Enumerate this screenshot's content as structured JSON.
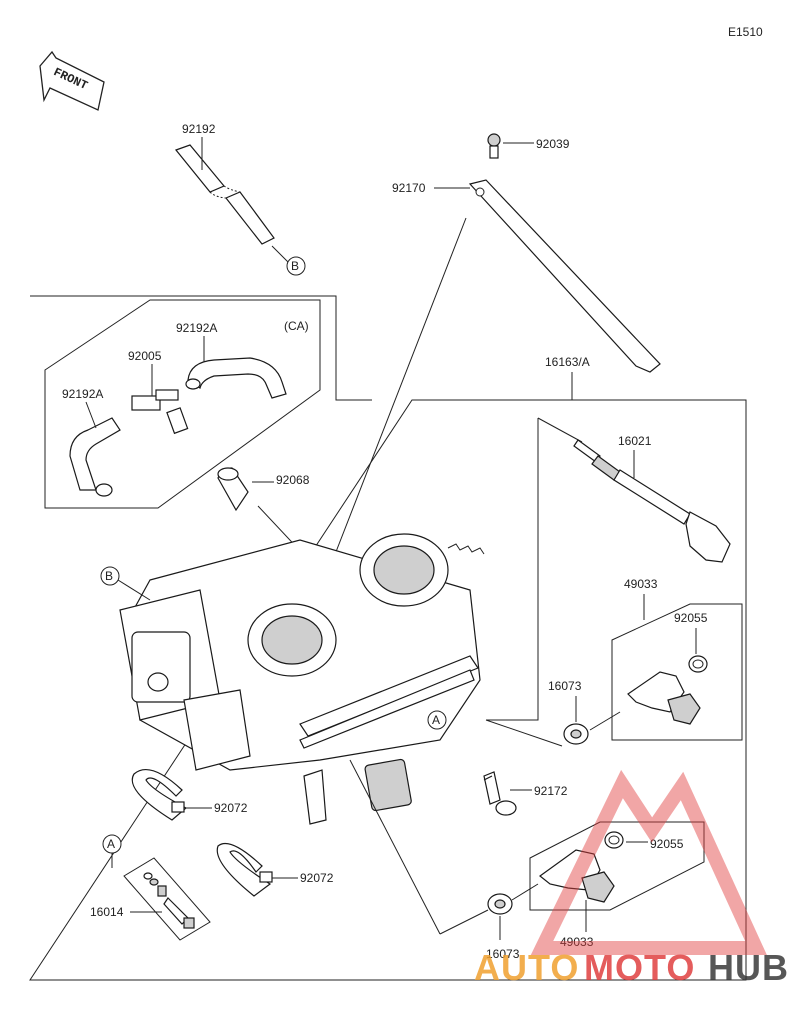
{
  "diagram_code": "E1510",
  "front_label": "FRONT",
  "variant_label": "(CA)",
  "ref_markers": {
    "a": "A",
    "b": "B"
  },
  "parts": {
    "p92192_top": "92192",
    "p92039": "92039",
    "p92170": "92170",
    "p92192a_right": "92192A",
    "p92005": "92005",
    "p92192a_left": "92192A",
    "p16163a": "16163/A",
    "p92068": "92068",
    "p16021": "16021",
    "p49033_top": "49033",
    "p92055_top": "92055",
    "p16073_top": "16073",
    "p92072_a": "92072",
    "p92172": "92172",
    "p92055_bottom": "92055",
    "p92072_b": "92072",
    "p16014": "16014",
    "p16073_bottom": "16073",
    "p49033_bottom": "49033"
  },
  "watermark": {
    "auto": "AUTO",
    "moto": "MOTO",
    "hub": "HUB"
  },
  "colors": {
    "watermark_red": "#e04040",
    "watermark_orange": "#f0a030",
    "watermark_gray": "#3a3a3a",
    "line": "#222222"
  }
}
